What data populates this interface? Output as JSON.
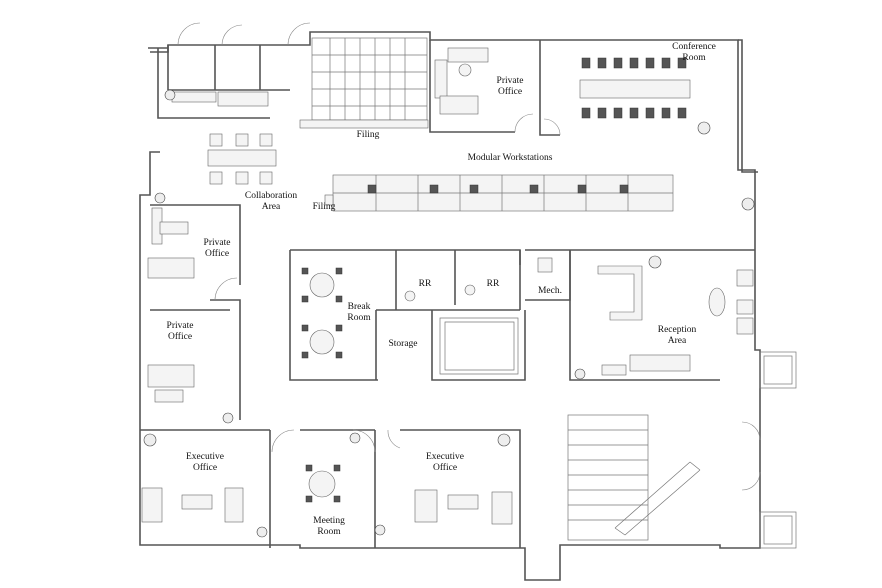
{
  "rooms": {
    "conference": "Conference\nRoom",
    "private_office_top": "Private\nOffice",
    "filing_top": "Filing",
    "modular": "Modular Workstations",
    "collaboration": "Collaboration\nArea",
    "filing_mid": "Filing",
    "private_office_left1": "Private\nOffice",
    "private_office_left2": "Private\nOffice",
    "break_room": "Break\nRoom",
    "rr_left": "RR",
    "rr_right": "RR",
    "mech": "Mech.",
    "storage": "Storage",
    "reception": "Reception\nArea",
    "exec_left": "Executive\nOffice",
    "exec_right": "Executive\nOffice",
    "meeting": "Meeting\nRoom"
  }
}
